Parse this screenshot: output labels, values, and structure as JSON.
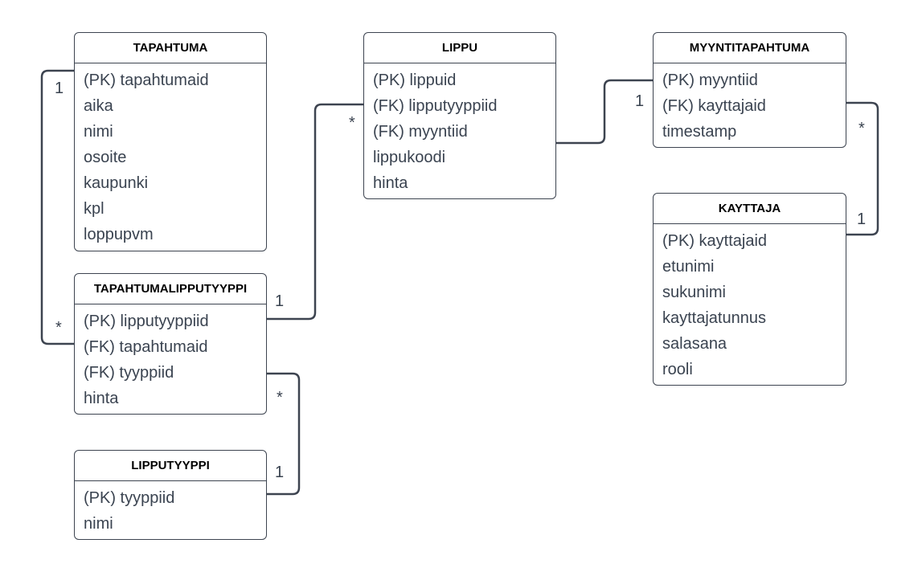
{
  "entities": {
    "tapahtuma": {
      "title": "TAPAHTUMA",
      "attributes": [
        "(PK) tapahtumaid",
        "aika",
        "nimi",
        "osoite",
        "kaupunki",
        "kpl",
        "loppupvm"
      ]
    },
    "lippu": {
      "title": "LIPPU",
      "attributes": [
        "(PK) lippuid",
        "(FK) lipputyyppiid",
        "(FK) myyntiid",
        "lippukoodi",
        "hinta"
      ]
    },
    "myyntitapahtuma": {
      "title": "MYYNTITAPAHTUMA",
      "attributes": [
        "(PK) myyntiid",
        "(FK) kayttajaid",
        "timestamp"
      ]
    },
    "kayttaja": {
      "title": "KAYTTAJA",
      "attributes": [
        "(PK) kayttajaid",
        "etunimi",
        "sukunimi",
        "kayttajatunnus",
        "salasana",
        "rooli"
      ]
    },
    "tapahtumalipputyyppi": {
      "title": "TAPAHTUMALIPPUTYYPPI",
      "attributes": [
        "(PK) lipputyyppiid",
        "(FK) tapahtumaid",
        "(FK) tyyppiid",
        "hinta"
      ]
    },
    "lipputyyppi": {
      "title": "LIPPUTYYPPI",
      "attributes": [
        "(PK) tyyppiid",
        "nimi"
      ]
    }
  },
  "relationships": [
    {
      "from": "tapahtuma",
      "to": "tapahtumalipputyyppi",
      "from_card": "1",
      "to_card": "*"
    },
    {
      "from": "tapahtumalipputyyppi",
      "to": "lippu",
      "from_card": "1",
      "to_card": "*"
    },
    {
      "from": "myyntitapahtuma",
      "to": "lippu",
      "from_card": "1",
      "to_card": ""
    },
    {
      "from": "myyntitapahtuma",
      "to": "kayttaja",
      "from_card": "*",
      "to_card": "1"
    },
    {
      "from": "lipputyyppi",
      "to": "tapahtumalipputyyppi",
      "from_card": "1",
      "to_card": "*"
    }
  ]
}
